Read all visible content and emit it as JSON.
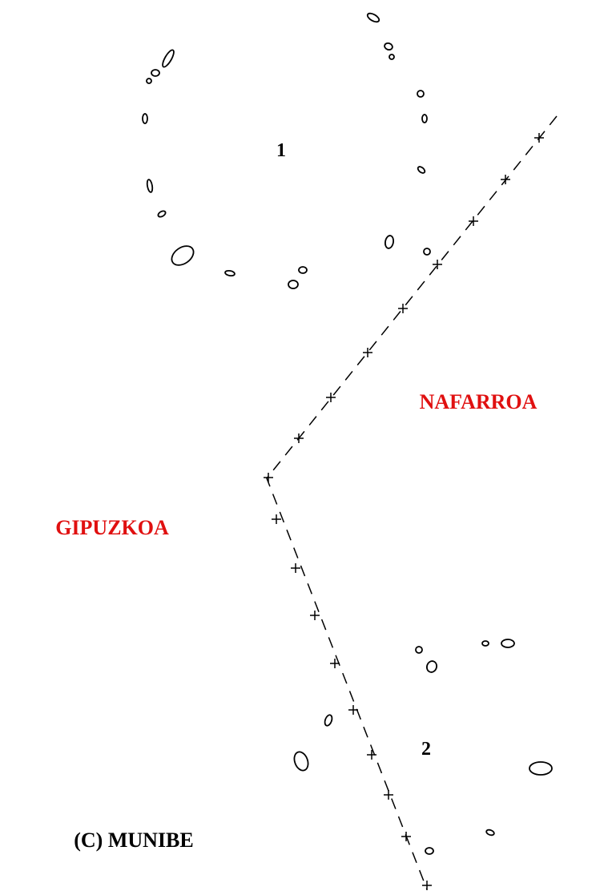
{
  "colors": {
    "region_label": "#e01010",
    "ink": "#000000"
  },
  "labels": {
    "site_1": "1",
    "site_2": "2",
    "region_east": "NAFARROA",
    "region_west": "GIPUZKOA",
    "copyright": "(C) MUNIBE"
  }
}
